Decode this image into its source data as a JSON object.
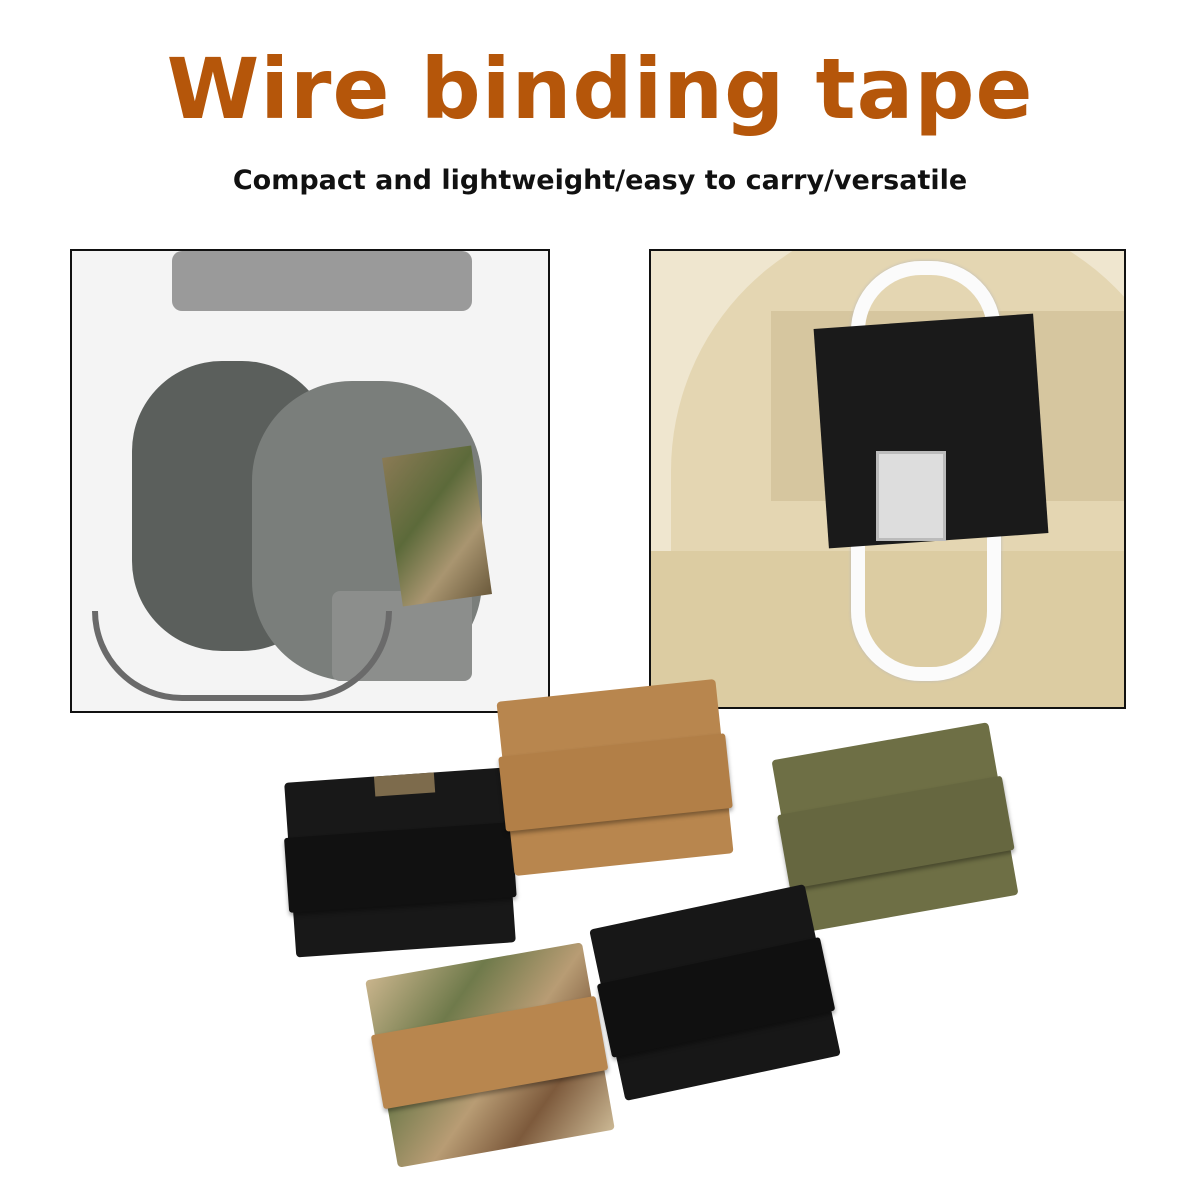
{
  "title": "Wire binding tape",
  "subtitle": "Compact and lightweight/easy to carry/versatile",
  "colors": {
    "title": "#b5560a",
    "black": "#161616",
    "tan": "#b8864e",
    "olive": "#6e6f45",
    "multicam": "#a89a78"
  },
  "images": [
    {
      "name": "headset-with-camo-tape"
    },
    {
      "name": "helmet-with-cable-and-black-tape"
    }
  ],
  "products": [
    {
      "color": "black-multicam"
    },
    {
      "color": "coyote-tan"
    },
    {
      "color": "ranger-green"
    },
    {
      "color": "multicam-tan"
    },
    {
      "color": "black"
    }
  ]
}
